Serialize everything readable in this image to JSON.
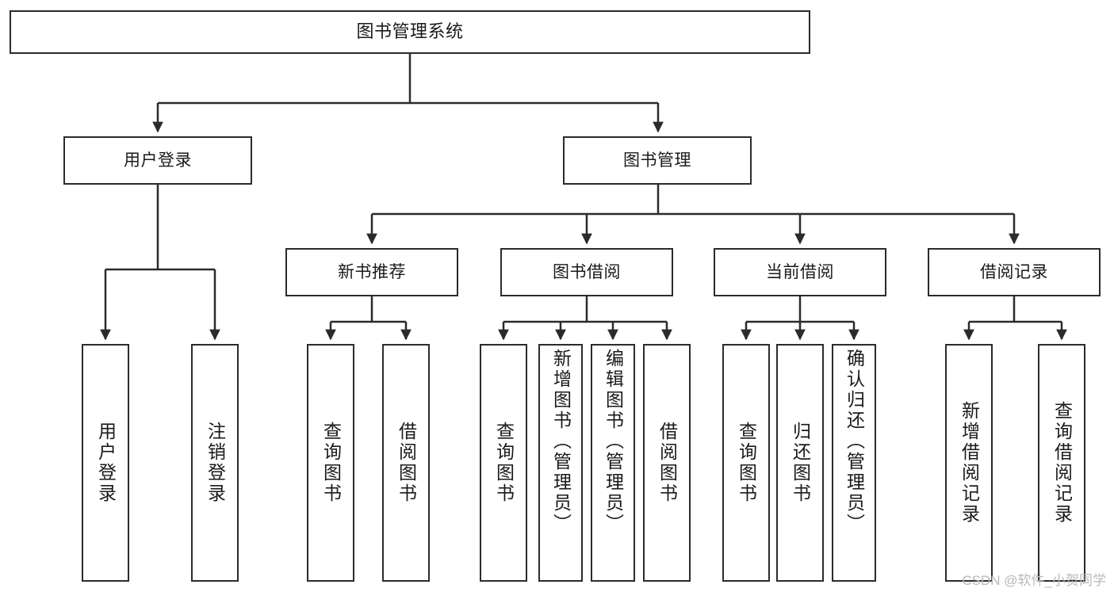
{
  "diagram": {
    "type": "tree-hierarchy-chart",
    "title": "图书管理系统",
    "watermark": "CSDN @软件_小贺同学",
    "colors": {
      "stroke": "#2b2b2b",
      "fill": "#ffffff",
      "text": "#1a1a1a",
      "watermark": "#b9b9b9"
    },
    "nodes": [
      {
        "id": "root",
        "label": "图书管理系统",
        "level": 1,
        "orientation": "horizontal"
      },
      {
        "id": "user-login",
        "label": "用户登录",
        "level": 2,
        "orientation": "horizontal"
      },
      {
        "id": "book-manage",
        "label": "图书管理",
        "level": 2,
        "orientation": "horizontal"
      },
      {
        "id": "new-book-rec",
        "label": "新书推荐",
        "level": 3,
        "orientation": "horizontal"
      },
      {
        "id": "book-borrow",
        "label": "图书借阅",
        "level": 3,
        "orientation": "horizontal"
      },
      {
        "id": "current-borrow",
        "label": "当前借阅",
        "level": 3,
        "orientation": "horizontal"
      },
      {
        "id": "borrow-record",
        "label": "借阅记录",
        "level": 3,
        "orientation": "horizontal"
      },
      {
        "id": "leaf-user-login",
        "label": "用户登录",
        "level": 4,
        "orientation": "vertical"
      },
      {
        "id": "leaf-logout",
        "label": "注销登录",
        "level": 4,
        "orientation": "vertical"
      },
      {
        "id": "leaf-query-1",
        "label": "查询图书",
        "level": 4,
        "orientation": "vertical"
      },
      {
        "id": "leaf-borrow-1",
        "label": "借阅图书",
        "level": 4,
        "orientation": "vertical"
      },
      {
        "id": "leaf-query-2",
        "label": "查询图书",
        "level": 4,
        "orientation": "vertical"
      },
      {
        "id": "leaf-add-book",
        "label": "新增图书（管理员）",
        "level": 4,
        "orientation": "vertical"
      },
      {
        "id": "leaf-edit-book",
        "label": "编辑图书（管理员）",
        "level": 4,
        "orientation": "vertical"
      },
      {
        "id": "leaf-borrow-2",
        "label": "借阅图书",
        "level": 4,
        "orientation": "vertical"
      },
      {
        "id": "leaf-query-3",
        "label": "查询图书",
        "level": 4,
        "orientation": "vertical"
      },
      {
        "id": "leaf-return",
        "label": "归还图书",
        "level": 4,
        "orientation": "vertical"
      },
      {
        "id": "leaf-confirm",
        "label": "确认归还（管理员）",
        "level": 4,
        "orientation": "vertical"
      },
      {
        "id": "leaf-add-rec",
        "label": "新增借阅记录",
        "level": 4,
        "orientation": "vertical"
      },
      {
        "id": "leaf-query-rec",
        "label": "查询借阅记录",
        "level": 4,
        "orientation": "vertical"
      }
    ],
    "edges": [
      {
        "from": "root",
        "to": "user-login"
      },
      {
        "from": "root",
        "to": "book-manage"
      },
      {
        "from": "user-login",
        "to": "leaf-user-login"
      },
      {
        "from": "user-login",
        "to": "leaf-logout"
      },
      {
        "from": "book-manage",
        "to": "new-book-rec"
      },
      {
        "from": "book-manage",
        "to": "book-borrow"
      },
      {
        "from": "book-manage",
        "to": "current-borrow"
      },
      {
        "from": "book-manage",
        "to": "borrow-record"
      },
      {
        "from": "new-book-rec",
        "to": "leaf-query-1"
      },
      {
        "from": "new-book-rec",
        "to": "leaf-borrow-1"
      },
      {
        "from": "book-borrow",
        "to": "leaf-query-2"
      },
      {
        "from": "book-borrow",
        "to": "leaf-add-book"
      },
      {
        "from": "book-borrow",
        "to": "leaf-edit-book"
      },
      {
        "from": "book-borrow",
        "to": "leaf-borrow-2"
      },
      {
        "from": "current-borrow",
        "to": "leaf-query-3"
      },
      {
        "from": "current-borrow",
        "to": "leaf-return"
      },
      {
        "from": "current-borrow",
        "to": "leaf-confirm"
      },
      {
        "from": "borrow-record",
        "to": "leaf-add-rec"
      },
      {
        "from": "borrow-record",
        "to": "leaf-query-rec"
      }
    ]
  }
}
